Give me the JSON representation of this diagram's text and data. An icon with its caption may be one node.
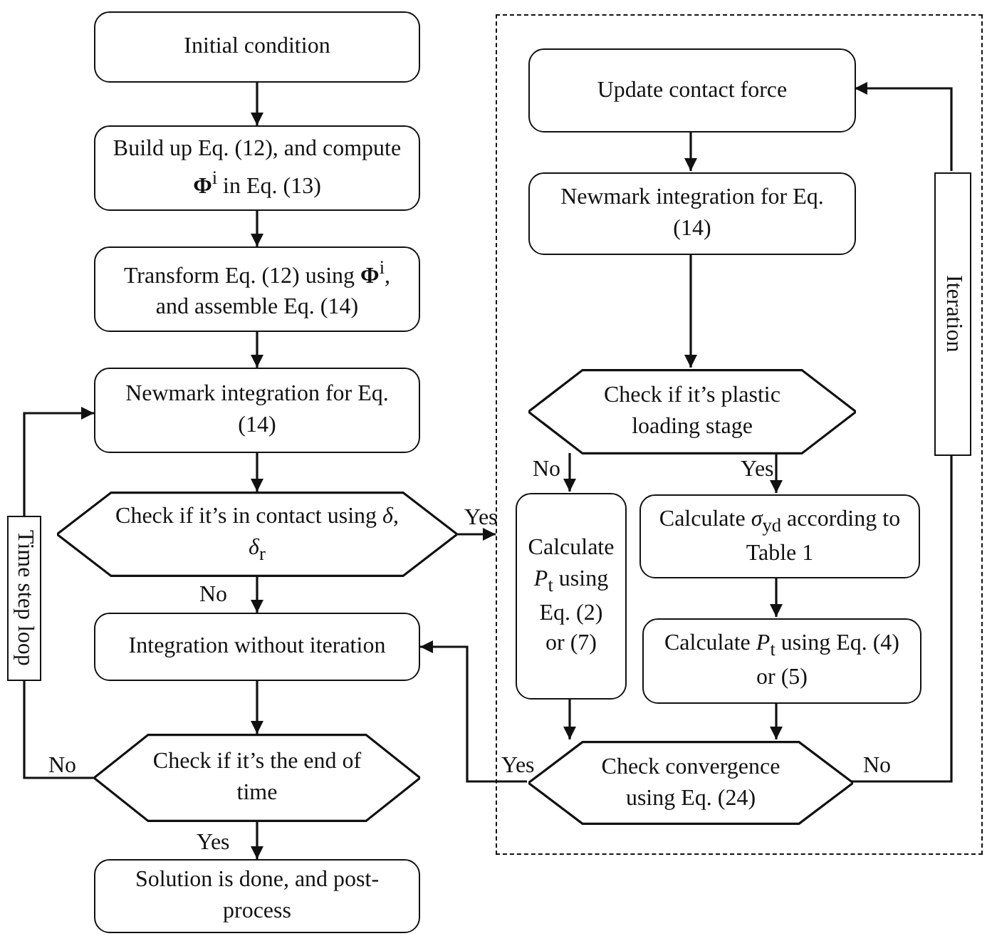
{
  "diagram": {
    "nodes": [
      {
        "text": [
          "Initial condition"
        ]
      },
      {
        "text": [
          "Build up Eq. (12), and compute **Φ**$^{i}$ in Eq. (13)"
        ]
      },
      {
        "text": [
          "Transform Eq. (12) using **Φ**$^{i}$, and assemble Eq. (14)"
        ]
      },
      {
        "text": [
          "Newmark integration for Eq. (14)"
        ]
      },
      {
        "text": [
          "Check if it’s in contact using *δ*, *δ*$_{r}$"
        ]
      },
      {
        "text": [
          "Integration without iteration"
        ]
      },
      {
        "text": [
          "Check if it’s the end of time"
        ]
      },
      {
        "text": [
          "Solution is done, and post-process"
        ]
      },
      {
        "text": [
          "Time step loop"
        ]
      },
      {
        "text": [],
        "shape": "box"
      },
      {
        "text": [
          "Update contact force"
        ],
        "in": 9
      },
      {
        "text": [
          "Newmark integration for Eq. (14)"
        ],
        "in": 9
      },
      {
        "text": [
          "Check if it’s plastic loading stage"
        ],
        "in": 9
      },
      {
        "text": [
          "Calculate *P*$_{t}$ using Eq. (2) or (7)"
        ],
        "in": 9
      },
      {
        "text": [
          "Calculate *σ*$_{yd}$ according to Table 1"
        ],
        "in": 9
      },
      {
        "text": [
          "Calculate *P*$_{t}$ using Eq. (4) or (5)"
        ],
        "in": 9
      },
      {
        "text": [
          "Check convergence using Eq. (24)"
        ],
        "in": 9
      },
      {
        "text": [
          "Iteration"
        ],
        "in": 9
      }
    ],
    "edges": [
      {
        "from": 0,
        "to": 1,
        "arrow": "to"
      },
      {
        "from": 1,
        "to": 2,
        "arrow": "to"
      },
      {
        "from": 2,
        "to": 3,
        "arrow": "to"
      },
      {
        "from": 3,
        "to": 4,
        "arrow": "to"
      },
      {
        "from": 4,
        "to": 5,
        "label": "No",
        "arrow": "to"
      },
      {
        "from": 4,
        "to": 9,
        "label": "Yes",
        "arrow": "to"
      },
      {
        "from": 5,
        "to": 6,
        "arrow": "to"
      },
      {
        "from": 6,
        "to": 7,
        "label": "Yes",
        "arrow": "to"
      },
      {
        "from": 6,
        "to": 8,
        "label": "No",
        "arrow": "none"
      },
      {
        "from": 8,
        "to": 3,
        "arrow": "to"
      },
      {
        "from": 10,
        "to": 11,
        "arrow": "to"
      },
      {
        "from": 11,
        "to": 12,
        "arrow": "to"
      },
      {
        "from": 12,
        "to": 13,
        "label": "No",
        "arrow": "to"
      },
      {
        "from": 12,
        "to": 14,
        "label": "Yes",
        "arrow": "to"
      },
      {
        "from": 14,
        "to": 15,
        "arrow": "to"
      },
      {
        "from": 13,
        "to": 16,
        "arrow": "to"
      },
      {
        "from": 15,
        "to": 16,
        "arrow": "to"
      },
      {
        "from": 16,
        "to": 5,
        "label": "Yes",
        "arrow": "to"
      },
      {
        "from": 16,
        "to": 17,
        "label": "No",
        "arrow": "none"
      },
      {
        "from": 17,
        "to": 10,
        "arrow": "to"
      }
    ]
  }
}
